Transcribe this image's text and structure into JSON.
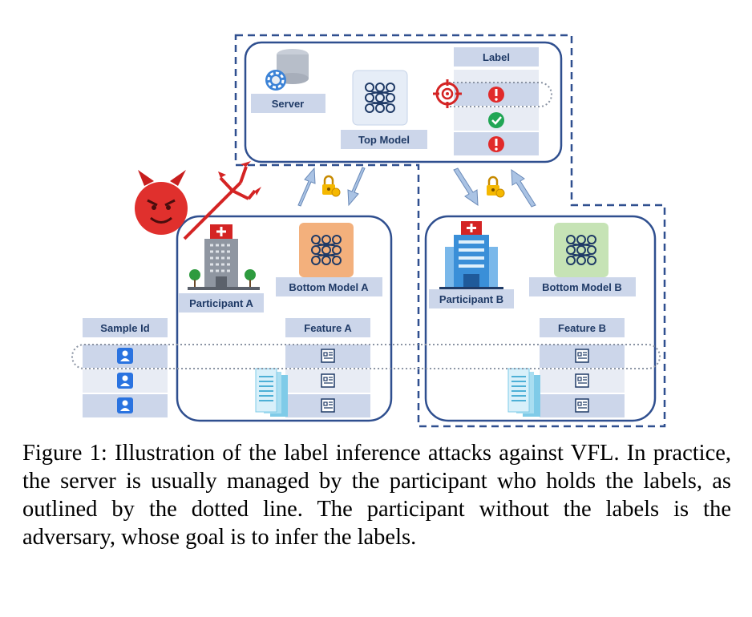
{
  "figure": {
    "labels": {
      "server": "Server",
      "top_model": "Top Model",
      "label_header": "Label",
      "participant_a": "Participant A",
      "participant_b": "Participant B",
      "bottom_model_a": "Bottom Model A",
      "bottom_model_b": "Bottom Model B",
      "sample_id": "Sample Id",
      "feature_a": "Feature A",
      "feature_b": "Feature B"
    },
    "label_rows": [
      {
        "status": "wrong",
        "icon": "red-exclamation-icon"
      },
      {
        "status": "correct",
        "icon": "green-check-icon"
      },
      {
        "status": "wrong",
        "icon": "red-exclamation-icon"
      }
    ],
    "colors": {
      "frame": "#2f4f8f",
      "panel": "#ccd6ea",
      "bottom_model_a": "#f3b07c",
      "bottom_model_b": "#c6e3b5",
      "attack": "#d42424"
    }
  },
  "caption": "Figure 1: Illustration of the label inference attacks against VFL. In practice, the server is usually managed by the participant who holds the labels, as outlined by the dotted line. The participant without the labels is the adversary, whose goal is to infer the labels."
}
